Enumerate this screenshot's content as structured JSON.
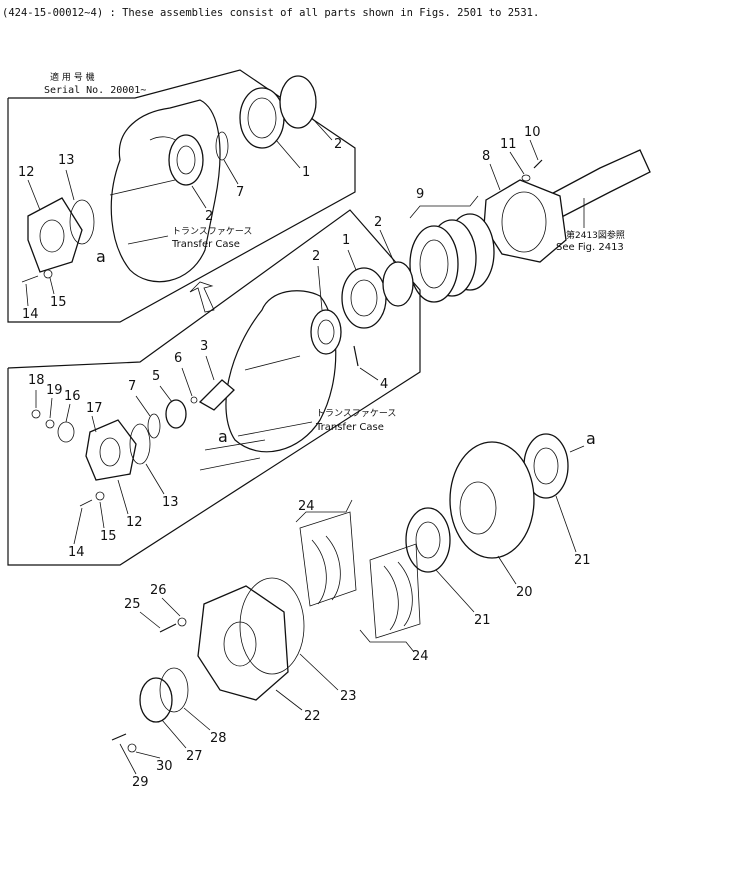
{
  "header": {
    "line1": "(424-15-00012~4) : These assemblies consist of all parts shown in Figs. 2501 to 2531."
  },
  "serial_box": {
    "jp": "適 用 号 機",
    "serial": "Serial No. 20001~"
  },
  "case_labels": {
    "top_jp": "トランスファケース",
    "top_en": "Transfer Case",
    "mid_jp": "トランスファケース",
    "mid_en": "Transfer Case"
  },
  "refer": {
    "jp": "第2413図参照",
    "en": "See Fig. 2413"
  },
  "ref_letter": "a",
  "callouts": {
    "p1_top": "1",
    "p2_top_a": "2",
    "p2_top_b": "2",
    "p7_top": "7",
    "p12_top": "12",
    "p13_top": "13",
    "p14_top": "14",
    "p15_top": "15",
    "p8": "8",
    "p9": "9",
    "p10": "10",
    "p11": "11",
    "p1_mid": "1",
    "p2_mid_a": "2",
    "p2_mid_b": "2",
    "p3": "3",
    "p4": "4",
    "p5": "5",
    "p6": "6",
    "p7_mid": "7",
    "p12_mid": "12",
    "p13_mid": "13",
    "p14_mid": "14",
    "p15_mid": "15",
    "p16": "16",
    "p17": "17",
    "p18": "18",
    "p19": "19",
    "p20": "20",
    "p21_a": "21",
    "p21_b": "21",
    "p22": "22",
    "p23": "23",
    "p24_a": "24",
    "p24_b": "24",
    "p25": "25",
    "p26": "26",
    "p27": "27",
    "p28": "28",
    "p29": "29",
    "p30": "30"
  }
}
